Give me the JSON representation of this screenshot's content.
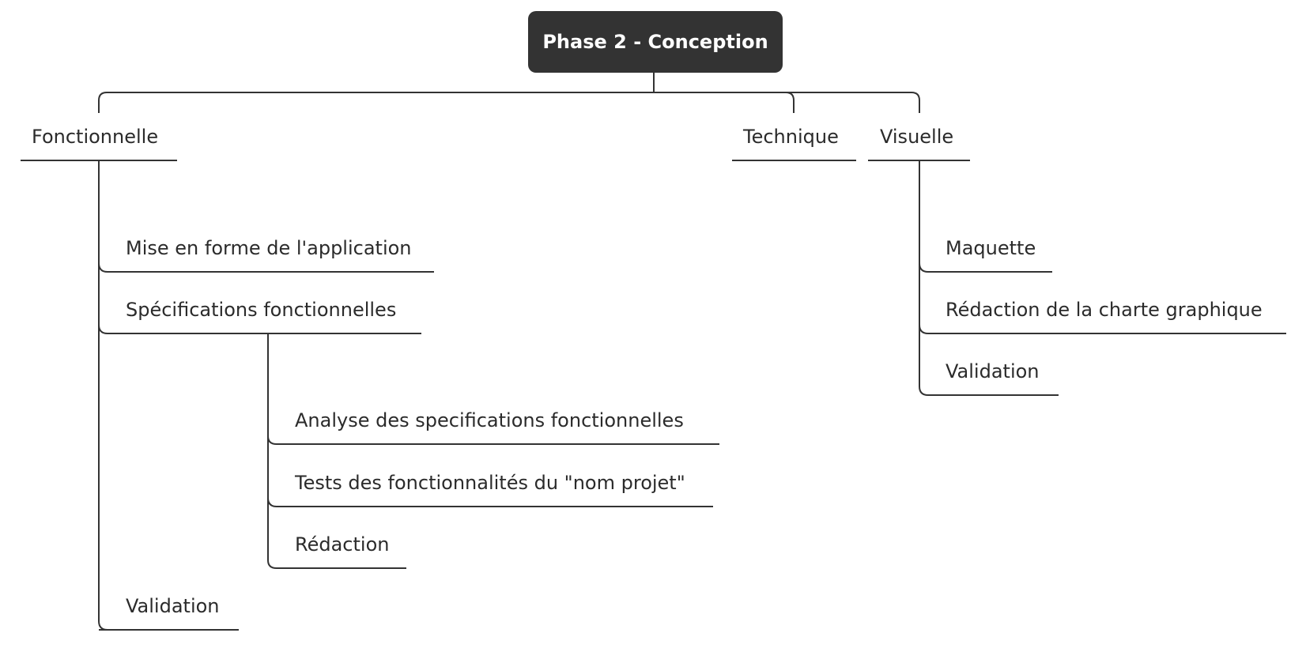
{
  "root": {
    "label": "Phase 2 - Conception",
    "background_color": "#333333",
    "text_color": "#ffffff"
  },
  "line_color": "#333333",
  "branches": [
    {
      "label": "Fonctionnelle",
      "children": [
        {
          "label": "Mise en forme de l'application",
          "children": []
        },
        {
          "label": "Spécifications fonctionnelles",
          "children": [
            {
              "label": "Analyse des specifications fonctionnelles"
            },
            {
              "label": "Tests des fonctionnalités du \"nom projet\""
            },
            {
              "label": "Rédaction"
            }
          ]
        },
        {
          "label": "Validation",
          "children": []
        }
      ]
    },
    {
      "label": "Technique",
      "children": []
    },
    {
      "label": "Visuelle",
      "children": [
        {
          "label": "Maquette"
        },
        {
          "label": "Rédaction de la charte graphique"
        },
        {
          "label": "Validation"
        }
      ]
    }
  ]
}
